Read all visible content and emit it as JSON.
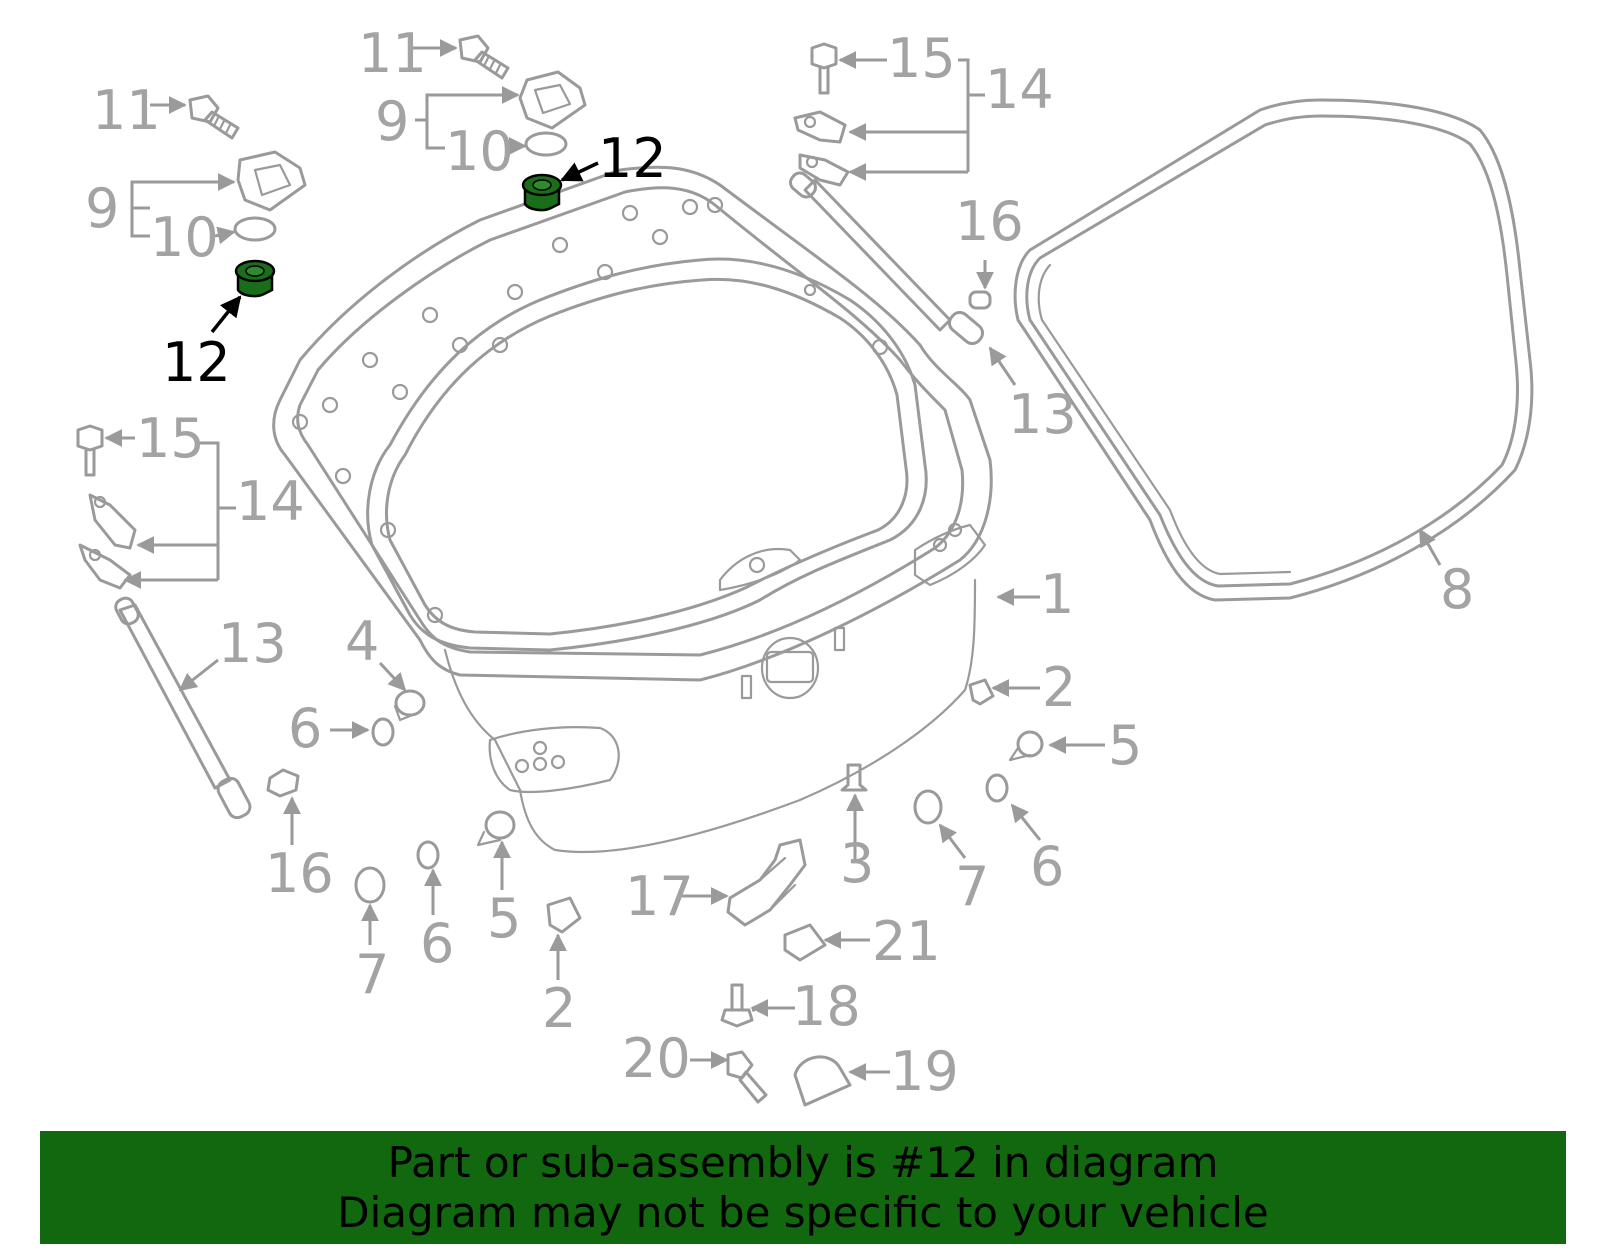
{
  "callouts": {
    "c1": "1",
    "c2a": "2",
    "c2b": "2",
    "c3": "3",
    "c4": "4",
    "c5a": "5",
    "c5b": "5",
    "c6a": "6",
    "c6b": "6",
    "c6c": "6",
    "c7a": "7",
    "c7b": "7",
    "c8": "8",
    "c9a": "9",
    "c9b": "9",
    "c10a": "10",
    "c10b": "10",
    "c11a": "11",
    "c11b": "11",
    "c12a": "12",
    "c12b": "12",
    "c13a": "13",
    "c13b": "13",
    "c14a": "14",
    "c14b": "14",
    "c15a": "15",
    "c15b": "15",
    "c16a": "16",
    "c16b": "16",
    "c17": "17",
    "c18": "18",
    "c19": "19",
    "c20": "20",
    "c21": "21"
  },
  "banner": {
    "line1": "Part or sub-assembly is #12 in diagram",
    "line2": "Diagram may not be specific to your vehicle"
  },
  "colors": {
    "banner_bg": "#11680f",
    "highlight_part": "#1a6e1a",
    "line_art": "#9a9a9a"
  }
}
